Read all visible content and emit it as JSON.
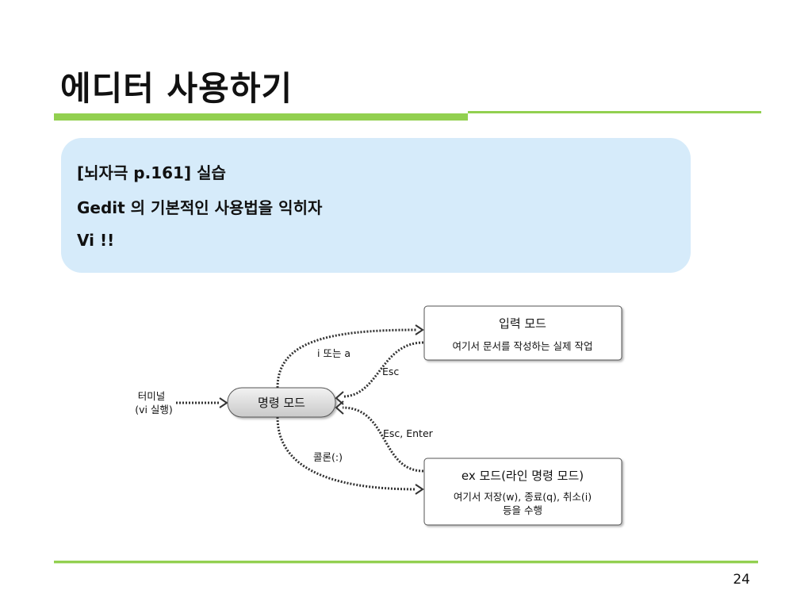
{
  "slide": {
    "title": "에디터 사용하기",
    "page_number": "24"
  },
  "callout": {
    "lines": [
      "[뇌자극 p.161] 실습",
      "Gedit 의 기본적인 사용법을 익히자",
      "Vi !!"
    ]
  },
  "diagram": {
    "terminal_label": [
      "터미널",
      "(vi 실행)"
    ],
    "command_mode": "명령 모드",
    "insert_mode": {
      "title": "입력 모드",
      "desc": "여기서 문서를 작성하는 실제 작업"
    },
    "ex_mode": {
      "title": "ex 모드(라인 명령 모드)",
      "desc": [
        "여기서 저장(w), 종료(q), 취소(i)",
        "등을 수행"
      ]
    },
    "edges": {
      "to_insert": "i 또는 a",
      "from_insert": "Esc",
      "from_ex": "Esc, Enter",
      "to_ex": "콜론(:)"
    }
  },
  "colors": {
    "accent_green": "#92d050",
    "callout_bg": "#d6ebfa"
  }
}
